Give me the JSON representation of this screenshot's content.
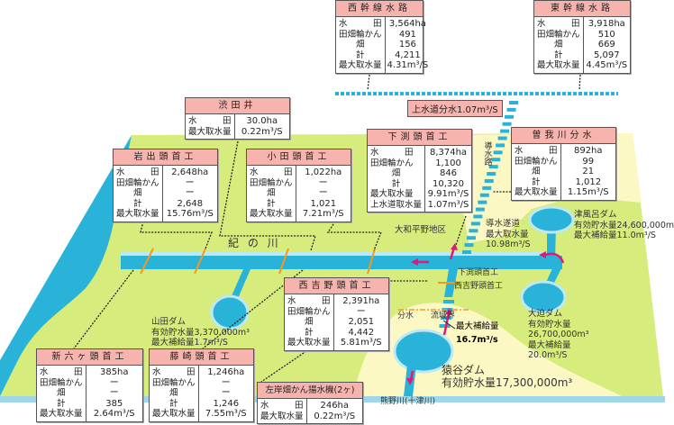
{
  "boxes": [
    {
      "id": "nishi-kansen",
      "title": "西幹線水路",
      "rows": [
        [
          "水　　　田",
          "3,564ha"
        ],
        [
          "田畑輪かん",
          "491"
        ],
        [
          "畑",
          "156"
        ],
        [
          "計",
          "4,211"
        ],
        [
          "最大取水量",
          "4.31m³/S"
        ]
      ]
    },
    {
      "id": "higashi-kansen",
      "title": "東幹線水路",
      "rows": [
        [
          "水　　　田",
          "3,918ha"
        ],
        [
          "田畑輪かん",
          "510"
        ],
        [
          "畑",
          "669"
        ],
        [
          "計",
          "5,097"
        ],
        [
          "最大取水量",
          "4.45m³/S"
        ]
      ]
    },
    {
      "id": "shibutai",
      "title": "渋田井",
      "rows": [
        [
          "水　　　田",
          "30.0ha"
        ],
        [
          "最大取水量",
          "0.22m³/S"
        ]
      ]
    },
    {
      "id": "iwade",
      "title": "岩出頭首工",
      "rows": [
        [
          "水　　　田",
          "2,648ha"
        ],
        [
          "田畑輪かん",
          "ー"
        ],
        [
          "畑",
          "ー"
        ],
        [
          "計",
          "2,648"
        ],
        [
          "最大取水量",
          "15.76m³/S"
        ]
      ]
    },
    {
      "id": "oda",
      "title": "小田頭首工",
      "rows": [
        [
          "水　　　田",
          "1,022ha"
        ],
        [
          "田畑輪かん",
          "ー"
        ],
        [
          "畑",
          "ー"
        ],
        [
          "計",
          "1,021"
        ],
        [
          "最大取水量",
          "7.21m³/S"
        ]
      ]
    },
    {
      "id": "shimobuchi",
      "title": "下渕頭首工",
      "rows": [
        [
          "水　　　田",
          "8,374ha"
        ],
        [
          "田畑輪かん",
          "1,100"
        ],
        [
          "畑",
          "846"
        ],
        [
          "計",
          "10,320"
        ],
        [
          "最大取水量",
          "9.91m³/S"
        ],
        [
          "上水道取水量",
          "1.07m³/S"
        ]
      ]
    },
    {
      "id": "sogagawa",
      "title": "曽我川分水",
      "rows": [
        [
          "水　　　田",
          "892ha"
        ],
        [
          "田畑輪かん",
          "99"
        ],
        [
          "畑",
          "21"
        ],
        [
          "計",
          "1,012"
        ],
        [
          "最大取水量",
          "1.15m³/S"
        ]
      ]
    },
    {
      "id": "nishiyoshino",
      "title": "西吉野頭首工",
      "rows": [
        [
          "水　　　田",
          "2,391ha"
        ],
        [
          "田畑輪かん",
          "ー"
        ],
        [
          "畑",
          "2,051"
        ],
        [
          "計",
          "4,442"
        ],
        [
          "最大取水量",
          "5.81m³/S"
        ]
      ]
    },
    {
      "id": "shinrokka",
      "title": "新六ヶ頭首工",
      "rows": [
        [
          "水　　　田",
          "385ha"
        ],
        [
          "田畑輪かん",
          "ー"
        ],
        [
          "畑",
          "ー"
        ],
        [
          "計",
          "385"
        ],
        [
          "最大取水量",
          "2.64m³/S"
        ]
      ]
    },
    {
      "id": "fujisaki",
      "title": "藤崎頭首工",
      "rows": [
        [
          "水　　　田",
          "1,246ha"
        ],
        [
          "田畑輪かん",
          "ー"
        ],
        [
          "畑",
          "ー"
        ],
        [
          "計",
          "1,246"
        ],
        [
          "最大取水量",
          "7.55m³/S"
        ]
      ]
    },
    {
      "id": "sagan-pump",
      "title": "左岸畑かん揚水機(2ヶ)",
      "rows": [
        [
          "水　　　田",
          "246ha"
        ],
        [
          "最大取水量",
          "0.22m³/S"
        ]
      ]
    }
  ],
  "josuido_bunsui": "上水道分水1.07m³/S",
  "labels": {
    "kinokawa": "紀 の 川",
    "yamato": "大和平野地区",
    "dosuiro": "導水路",
    "dosui_zuido": [
      "導水遂道",
      "最大取水量",
      "10.98m³/S"
    ],
    "tsuburo": [
      "津風呂ダム",
      "有効貯水量24,600,000m³",
      "最大補給量11.0m³/S"
    ],
    "shimobuchi_weir": "下渕頭首工",
    "nishiyoshino_weir": "西吉野頭首工",
    "bunsui": "分水",
    "ryuikikai": "流域界",
    "max_supply": [
      "最大補給量",
      "16.7m³/s"
    ],
    "osako": [
      "大迫ダム",
      "有効貯水量",
      "26,700,000m³",
      "最大補給量",
      "20.0m³/S"
    ],
    "yamada": [
      "山田ダム",
      "有効貯水量3,370,000m³",
      "最大補給量1.7m³/S"
    ],
    "sarutani": [
      "猿谷ダム",
      "有効貯水量17,300,000m³"
    ],
    "kumano": "熊野川(十津川)"
  },
  "colors": {
    "land": "#d6ec7c",
    "hill": "#fbf8c4",
    "water": "#29b3d9",
    "header": "#f7b3ad",
    "flow": "#e0197a",
    "weir": "#f39a1e"
  }
}
